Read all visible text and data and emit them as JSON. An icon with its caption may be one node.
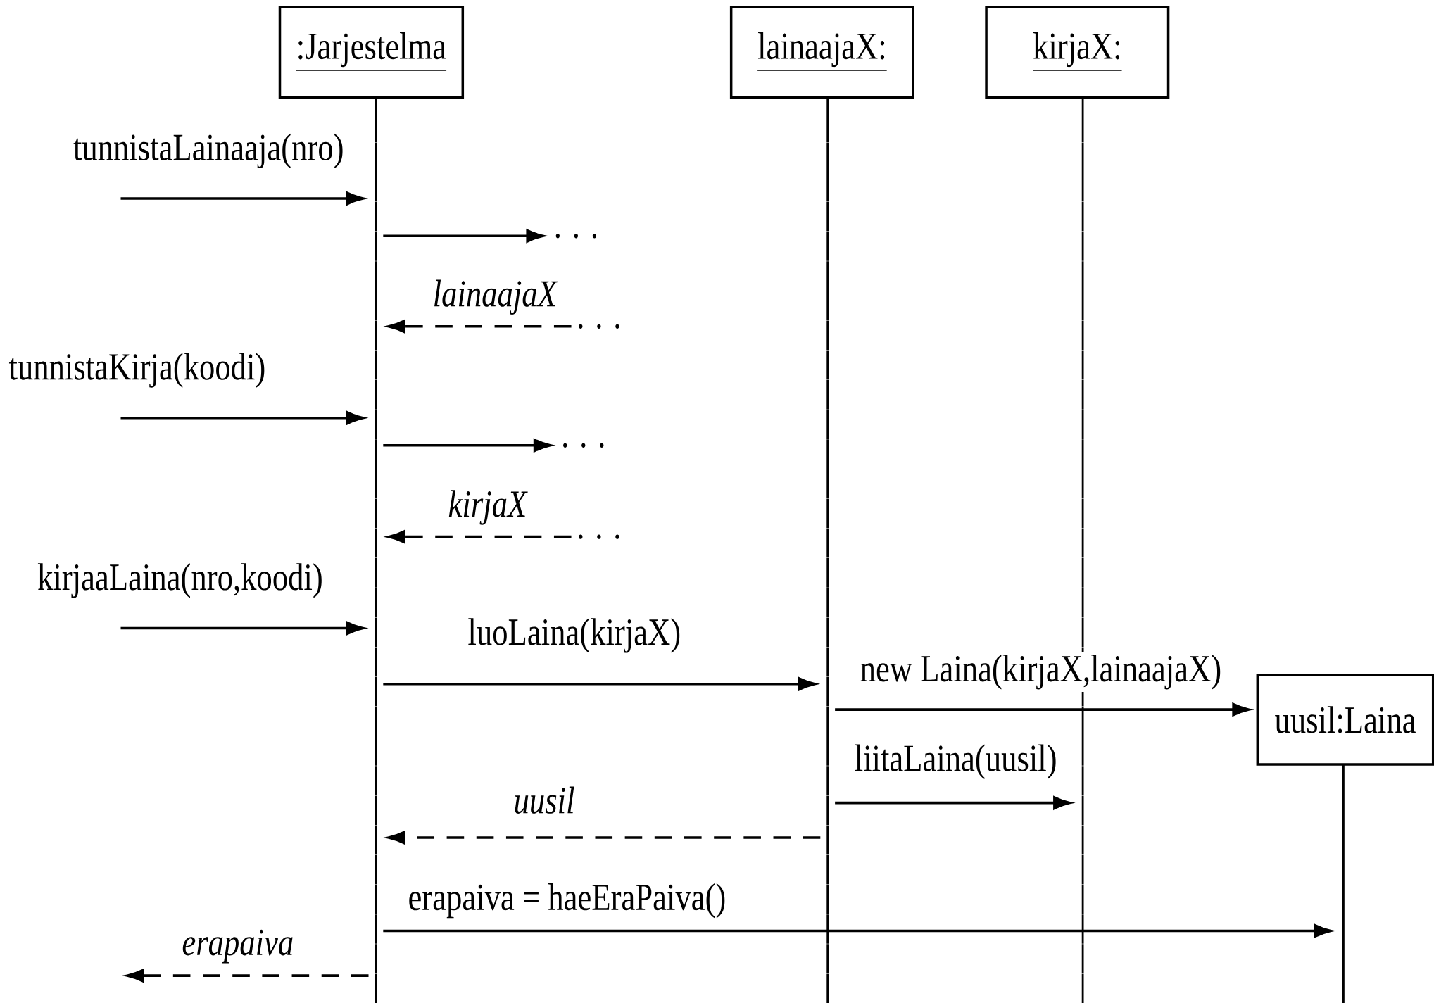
{
  "diagram": {
    "nodes": [
      {
        "text": [
          ":Jarjestelma"
        ]
      },
      {
        "text": [
          "lainaajaX:"
        ]
      },
      {
        "text": [
          "kirjaX:"
        ]
      },
      {
        "text": [
          ". . ."
        ]
      },
      {
        "text": [
          ". . ."
        ]
      },
      {
        "text": [
          ". . ."
        ]
      },
      {
        "text": [
          ". . ."
        ]
      },
      {
        "text": [
          "uusil:Laina"
        ]
      },
      {
        "text": [],
        "shape": "line"
      },
      {
        "text": [],
        "shape": "line"
      },
      {
        "text": [],
        "shape": "line"
      },
      {
        "text": [],
        "shape": "line"
      }
    ],
    "edges": [
      {
        "from": null,
        "to": 8,
        "arrow": "to",
        "label": "tunnistaLainaaja(nro)"
      },
      {
        "from": 8,
        "to": 3,
        "arrow": "to"
      },
      {
        "from": 4,
        "to": 8,
        "arrow": "to",
        "style": "dashed",
        "label": "lainaajaX"
      },
      {
        "from": null,
        "to": 8,
        "arrow": "to",
        "label": "tunnistaKirja(koodi)"
      },
      {
        "from": 8,
        "to": 5,
        "arrow": "to"
      },
      {
        "from": 6,
        "to": 8,
        "arrow": "to",
        "style": "dashed",
        "label": "kirjaX"
      },
      {
        "from": null,
        "to": 8,
        "arrow": "to",
        "label": "kirjaaLaina(nro,koodi)"
      },
      {
        "from": 8,
        "to": 9,
        "arrow": "to",
        "label": "luoLaina(kirjaX)"
      },
      {
        "from": 9,
        "to": 7,
        "arrow": "to",
        "label": "new Laina(kirjaX,lainaajaX)"
      },
      {
        "from": 9,
        "to": 10,
        "arrow": "to",
        "label": "liitaLaina(uusil)"
      },
      {
        "from": 9,
        "to": 8,
        "arrow": "to",
        "style": "dashed",
        "label": "uusil"
      },
      {
        "from": 8,
        "to": 11,
        "arrow": "to",
        "label": "erapaiva = haeEraPaiva()"
      },
      {
        "from": 8,
        "to": null,
        "arrow": "to",
        "style": "dashed",
        "label": "erapaiva"
      }
    ]
  }
}
